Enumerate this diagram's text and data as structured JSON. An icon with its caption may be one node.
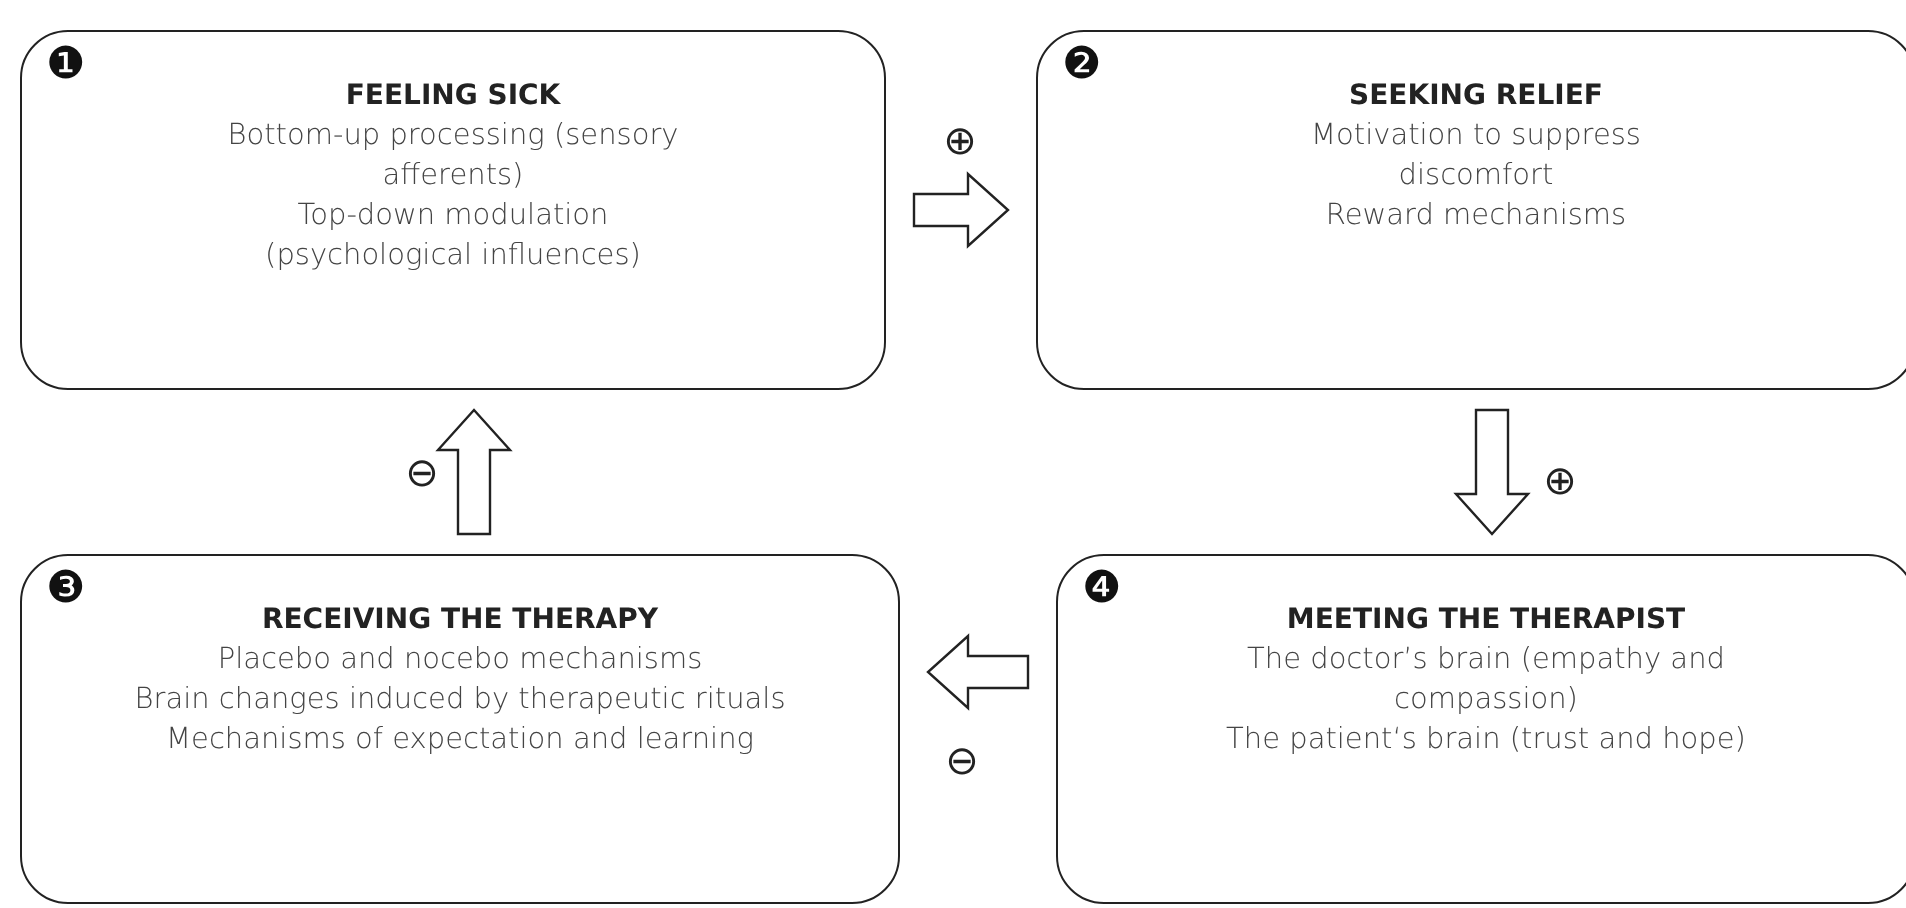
{
  "diagram": {
    "nodes": [
      {
        "text": [
          "❶",
          "FEELING SICK",
          "Bottom-up processing (sensory afferents)",
          "Top-down modulation (psychological influences)"
        ]
      },
      {
        "text": [
          "❷",
          "SEEKING RELIEF",
          "Motivation to suppress discomfort",
          "Reward mechanisms"
        ]
      },
      {
        "text": [
          "❸",
          "RECEIVING THE THERAPY",
          "Placebo and nocebo mechanisms",
          "Brain changes induced by therapeutic rituals",
          "Mechanisms of expectation and learning"
        ]
      },
      {
        "text": [
          "❹",
          "MEETING THE THERAPIST",
          "The doctor’s brain (empathy and compassion)",
          "The patient‘s brain (trust and hope)"
        ]
      }
    ],
    "edges": [
      {
        "from": 0,
        "to": 1,
        "arrow": "to",
        "label": "⊕"
      },
      {
        "from": 1,
        "to": 3,
        "arrow": "to",
        "label": "⊕"
      },
      {
        "from": 3,
        "to": 2,
        "arrow": "to",
        "label": "⊖"
      },
      {
        "from": 2,
        "to": 0,
        "arrow": "to",
        "label": "⊖"
      }
    ]
  }
}
